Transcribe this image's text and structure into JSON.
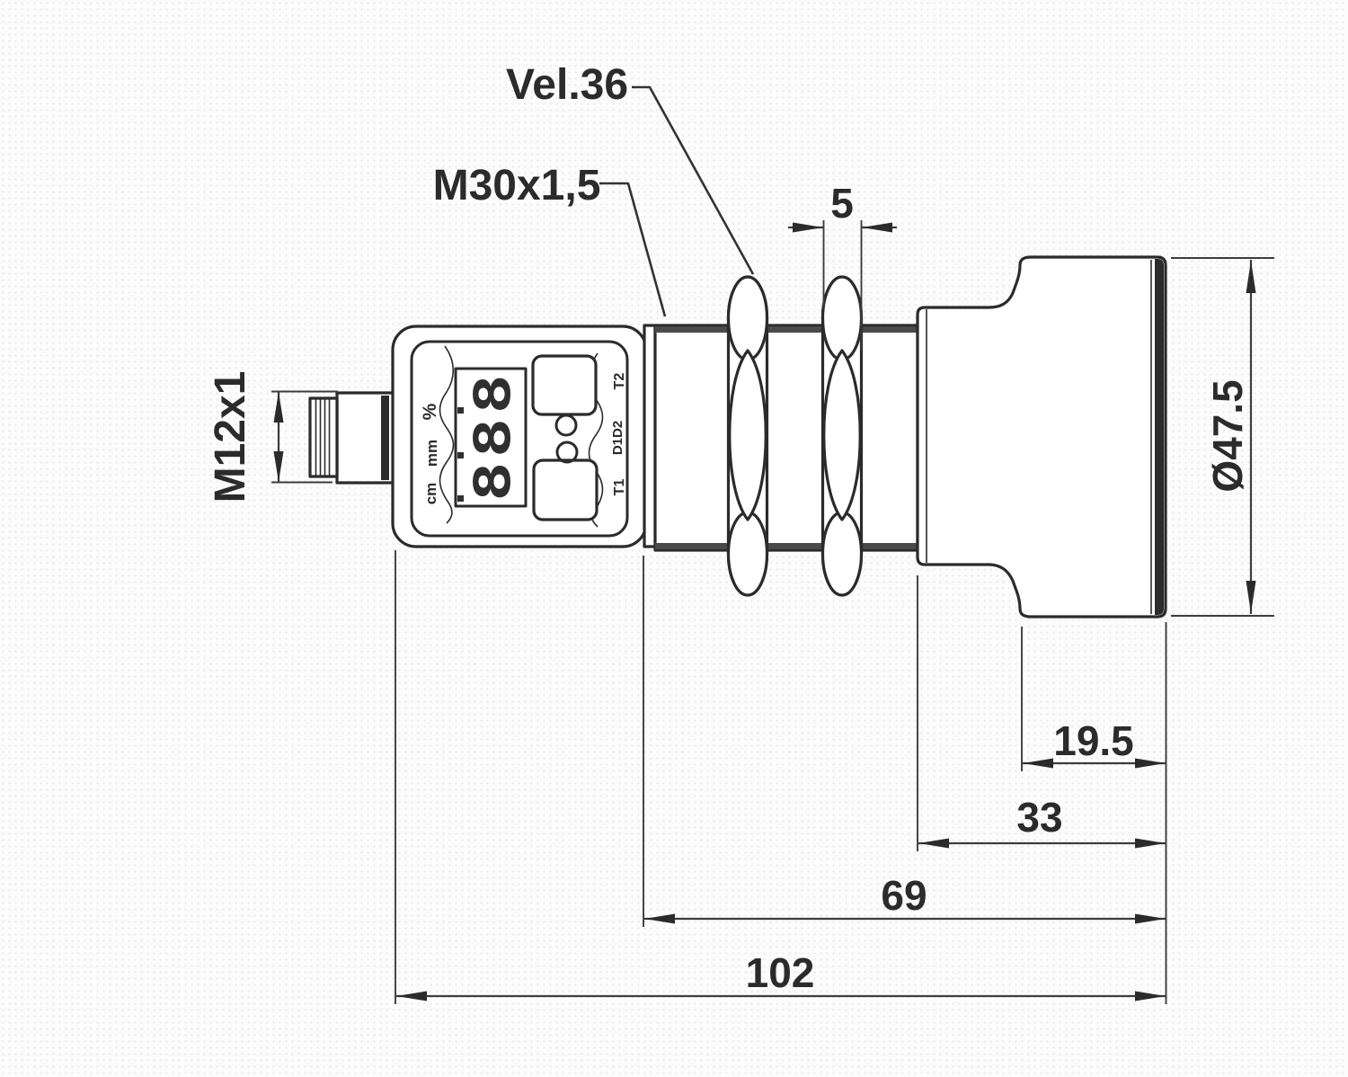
{
  "drawing": {
    "callouts": {
      "wrench_size": "Vel.36",
      "barrel_thread": "M30x1,5"
    },
    "dimensions": {
      "connector_thread": "M12x1",
      "nut_width": "5",
      "head_diameter": "Ø47.5",
      "head_length": "19.5",
      "head_assembly_length": "33",
      "barrel_length": "69",
      "total_length": "102"
    },
    "display": {
      "digits": "888",
      "unit_labels": [
        "%",
        "mm",
        "cm"
      ],
      "button_labels": [
        "T2",
        "D1D2",
        "T1"
      ]
    },
    "colors": {
      "line": "#2b2b2b",
      "dimension": "#3c3c3c",
      "background": "#fcfcfc"
    }
  }
}
